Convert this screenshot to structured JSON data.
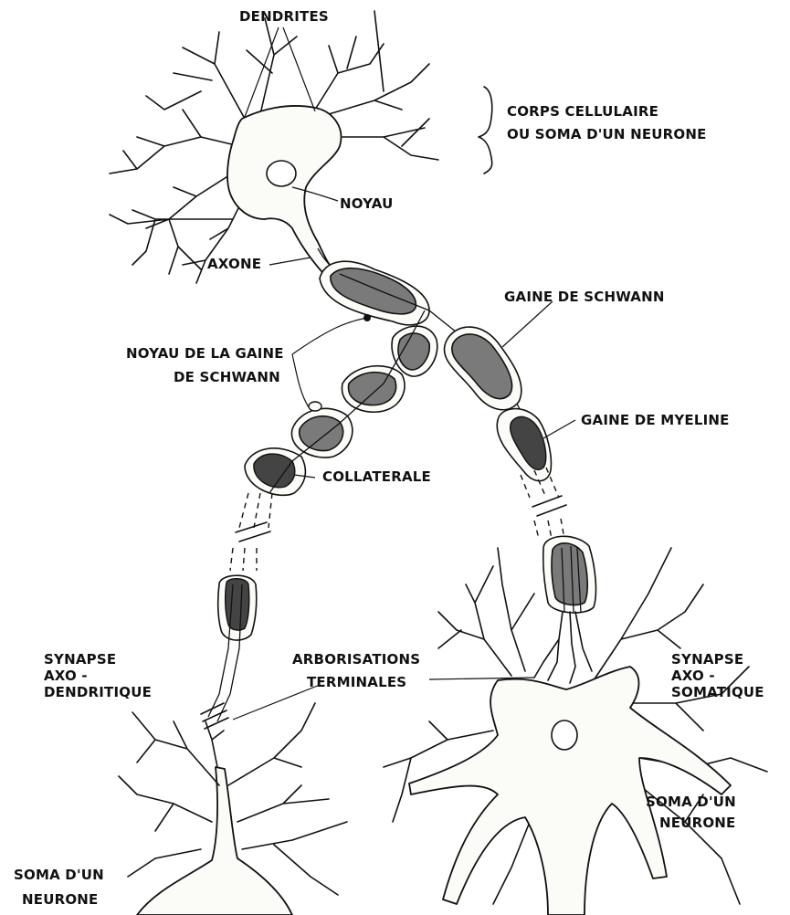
{
  "labels": {
    "dendrites": "DENDRITES",
    "corps_line1": "CORPS CELLULAIRE",
    "corps_line2": "OU SOMA D'UN NEURONE",
    "noyau": "NOYAU",
    "axone": "AXONE",
    "gaine_schwann": "GAINE DE SCHWANN",
    "noyau_gaine_line1": "NOYAU DE LA GAINE",
    "noyau_gaine_line2": "DE SCHWANN",
    "gaine_myeline": "GAINE DE MYELINE",
    "collaterale": "COLLATERALE",
    "synapse_axo_dendritique_line1": "SYNAPSE",
    "synapse_axo_dendritique_line2": "AXO -",
    "synapse_axo_dendritique_line3": "DENDRITIQUE",
    "arborisations_line1": "ARBORISATIONS",
    "arborisations_line2": "TERMINALES",
    "synapse_axo_somatique_line1": "SYNAPSE",
    "synapse_axo_somatique_line2": "AXO -",
    "synapse_axo_somatique_line3": "SOMATIQUE",
    "soma_right_line1": "SOMA D'UN",
    "soma_right_line2": "NEURONE",
    "soma_left_line1": "SOMA  D'UN",
    "soma_left_line2": "NEURONE"
  },
  "colors": {
    "ink": "#111111",
    "myelin": "#7a7a7a",
    "paper": "#ffffff"
  }
}
